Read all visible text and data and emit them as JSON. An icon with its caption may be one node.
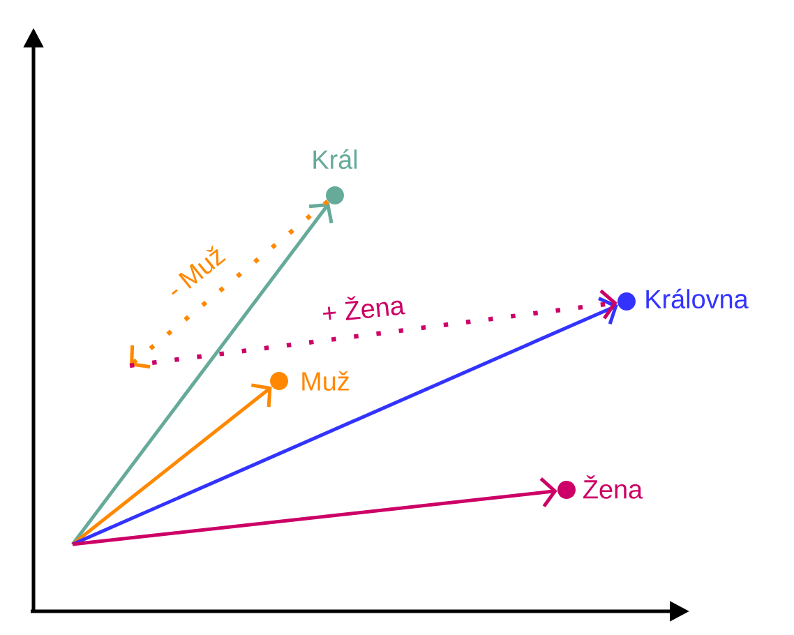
{
  "diagram": {
    "nodes": [
      {
        "text": [
          "Král"
        ]
      },
      {
        "text": [
          "Muž"
        ]
      },
      {
        "text": [
          "Královna"
        ]
      },
      {
        "text": [
          "Žena"
        ]
      }
    ],
    "edges": [
      {
        "from": null,
        "to": 0,
        "arrow": "to",
        "color": "#66aa99"
      },
      {
        "from": null,
        "to": 1,
        "arrow": "to",
        "color": "#ff8800"
      },
      {
        "from": null,
        "to": 2,
        "arrow": "to",
        "color": "#3333ff"
      },
      {
        "from": null,
        "to": 3,
        "arrow": "to",
        "color": "#cc0066"
      },
      {
        "from": 0,
        "to": null,
        "arrow": "to",
        "style": "dashed",
        "color": "#ff8800",
        "label": "- Muž"
      },
      {
        "from": null,
        "to": 2,
        "arrow": "to",
        "style": "dashed",
        "color": "#cc0066",
        "label": "+ Žena"
      }
    ]
  }
}
